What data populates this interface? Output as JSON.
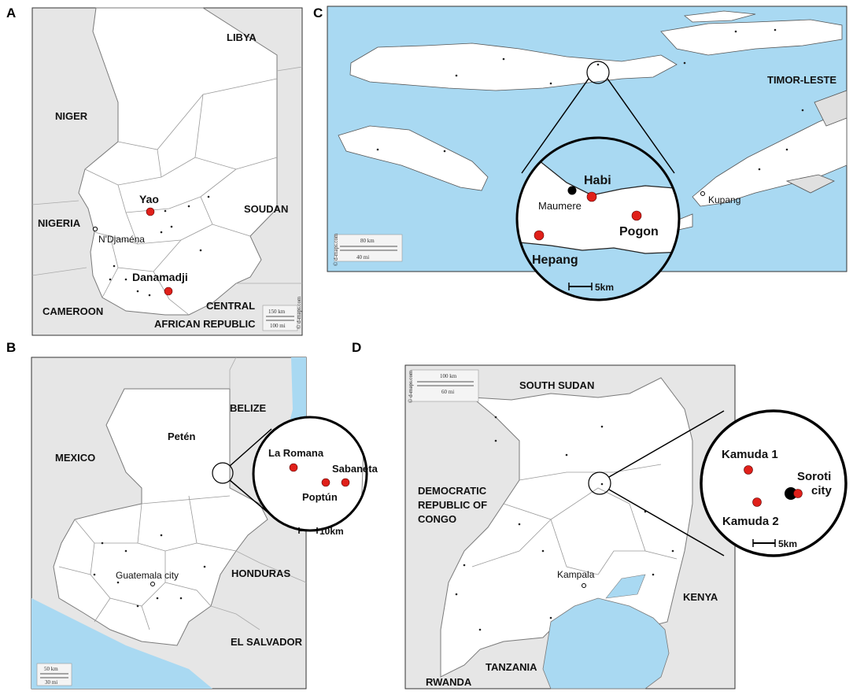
{
  "panels": {
    "A": {
      "letter": "A",
      "countries": [
        "LIBYA",
        "NIGER",
        "NIGERIA",
        "SOUDAN",
        "CAMEROON",
        "CENTRAL",
        "AFRICAN REPUBLIC"
      ],
      "capital": "N'Djaména",
      "sites": [
        "Yao",
        "Danamadji"
      ],
      "scale": [
        "150 km",
        "100 mi"
      ]
    },
    "B": {
      "letter": "B",
      "countries": [
        "BELIZE",
        "MEXICO",
        "HONDURAS",
        "EL SALVADOR"
      ],
      "region": "Petén",
      "capital": "Guatemala city",
      "sites": [
        "La Romana",
        "Sabaneta",
        "Poptún"
      ],
      "zoom_scale": "10km",
      "scale": [
        "50 km",
        "30 mi"
      ]
    },
    "C": {
      "letter": "C",
      "countries": [
        "TIMOR-LESTE"
      ],
      "towns": [
        "Kupang",
        "Maumere"
      ],
      "sites": [
        "Habi",
        "Pogon",
        "Hepang"
      ],
      "zoom_scale": "5km",
      "scale": [
        "80 km",
        "40 mi"
      ]
    },
    "D": {
      "letter": "D",
      "countries": [
        "SOUTH SUDAN",
        "DEMOCRATIC",
        "REPUBLIC OF",
        "CONGO",
        "KENYA",
        "TANZANIA",
        "RWANDA"
      ],
      "capital": "Kampala",
      "sites": [
        "Kamuda 1",
        "Kamuda 2"
      ],
      "city": [
        "Soroti",
        "city"
      ],
      "zoom_scale": "5km",
      "scale": [
        "100 km",
        "60 mi"
      ]
    }
  },
  "watermark": "© d-maps.com",
  "colors": {
    "sea": "#a9d9f2",
    "land_focus": "#ffffff",
    "land_other": "#e6e6e6",
    "border": "#8a8a8a",
    "site": "#e0201a",
    "city_dot": "#000000"
  }
}
